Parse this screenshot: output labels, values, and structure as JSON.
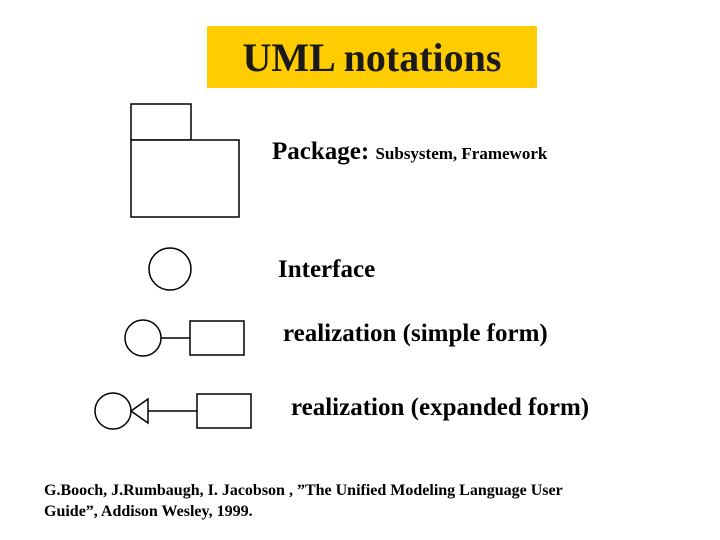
{
  "title": "UML notations",
  "package": {
    "label": "Package:",
    "sublabel": "Subsystem, Framework"
  },
  "interface": {
    "label": "Interface"
  },
  "realization_simple": {
    "label": "realization (simple form)"
  },
  "realization_expanded": {
    "label": "realization (expanded form)"
  },
  "citation": {
    "line1": "G.Booch, J.Rumbaugh, I. Jacobson , ”The Unified Modeling Language User",
    "line2": "Guide”, Addison Wesley, 1999."
  },
  "colors": {
    "title_background": "#ffcc00",
    "stroke": "#000000",
    "text": "#000000"
  }
}
